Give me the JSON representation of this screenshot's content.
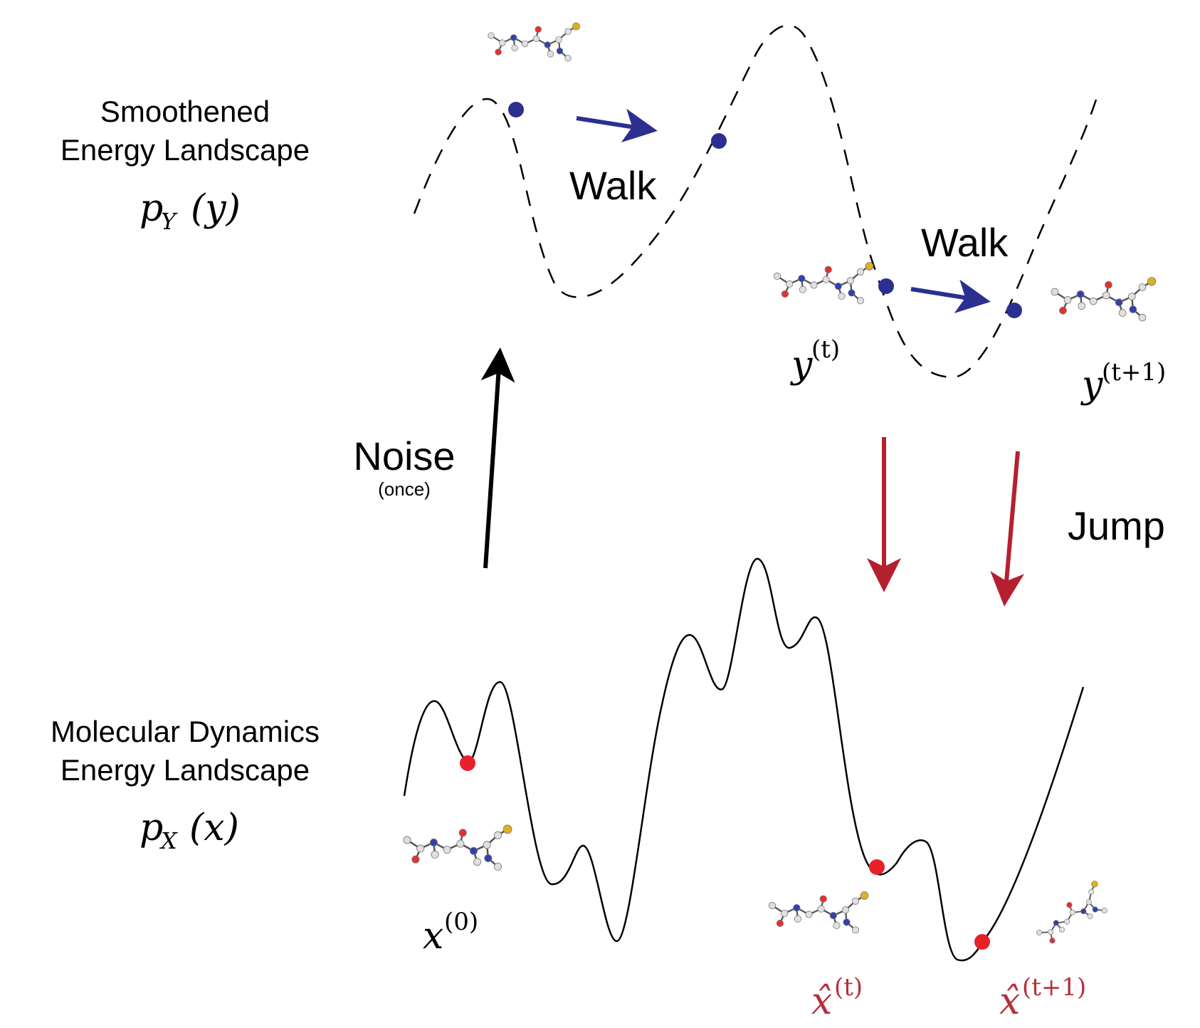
{
  "left_labels": {
    "smoothed_line1": "Smoothened",
    "smoothed_line2": "Energy Landscape",
    "smoothed_symbol": "p",
    "smoothed_symbol_sub": "Y",
    "smoothed_symbol_arg": "(y)",
    "md_line1": "Molecular Dynamics",
    "md_line2": "Energy Landscape",
    "md_symbol": "p",
    "md_symbol_sub": "X",
    "md_symbol_arg": "(x)"
  },
  "arrows": {
    "walk_top": "Walk",
    "walk_right": "Walk",
    "noise": "Noise",
    "noise_sub": "(once)",
    "jump": "Jump"
  },
  "points": {
    "y_t": "y",
    "y_t_sup": "(t)",
    "y_t1": "y",
    "y_t1_sup": "(t+1)",
    "x_0": "x",
    "x_0_sup": "(0)",
    "xhat_t": "x̂",
    "xhat_t_sup": "(t)",
    "xhat_t1": "x̂",
    "xhat_t1_sup": "(t+1)"
  },
  "colors": {
    "walk_blue": "#2b2f8f",
    "jump_red": "#b5202f",
    "md_point_red": "#e8202a",
    "label_red": "#b5303a",
    "curve": "#000000"
  }
}
